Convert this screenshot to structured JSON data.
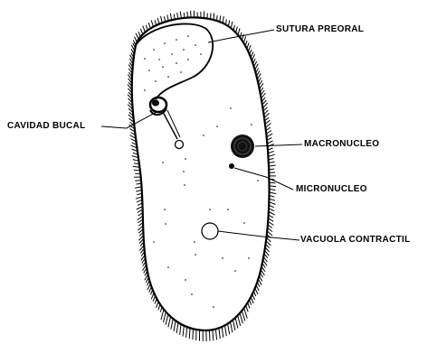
{
  "labels": {
    "sutura_preoral": "SUTURA PREORAL",
    "cavidad_bucal": "CAVIDAD BUCAL",
    "macronucleo": "MACRONUCLEO",
    "micronucleo": "MICRONUCLEO",
    "vacuola_contractil": "VACUOLA CONTRACTIL"
  },
  "colors": {
    "ink": "#000000",
    "background": "#ffffff"
  }
}
